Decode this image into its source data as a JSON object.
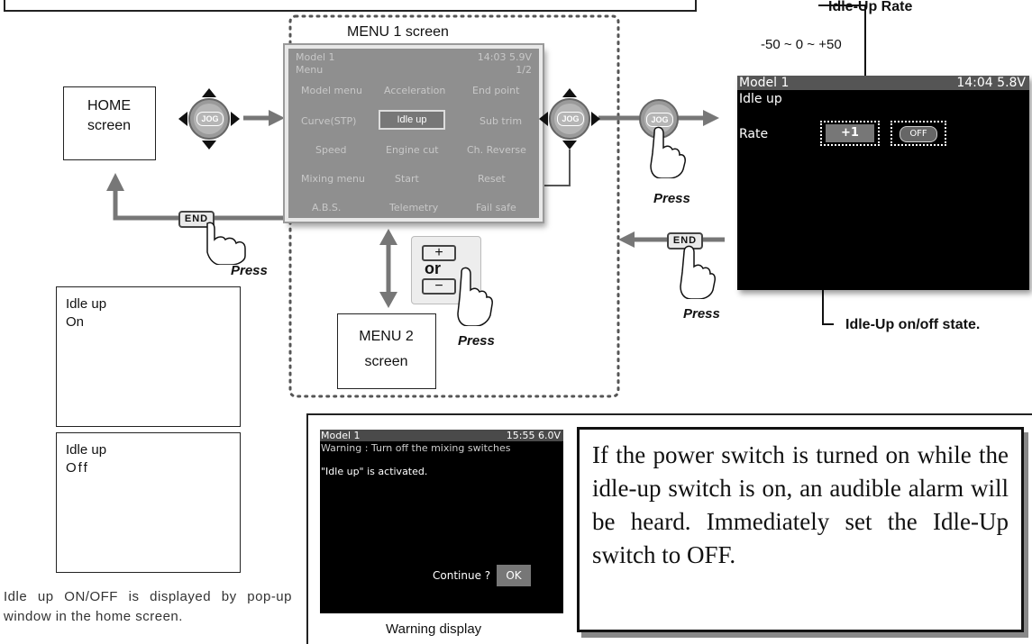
{
  "home": {
    "line1": "HOME",
    "line2": "screen"
  },
  "jog_label": "JOG",
  "end_label": "END",
  "press_label": "Press",
  "menu1": {
    "title": "MENU 1 screen",
    "lcd_model": "Model 1",
    "lcd_time": "14:03 5.9V",
    "lcd_menu": "Menu",
    "lcd_page": "1/2",
    "items": [
      "Model menu",
      "Acceleration",
      "End point",
      "Curve(STP)",
      "Idle up",
      "Sub trim",
      "Speed",
      "Engine cut",
      "Ch. Reverse",
      "Mixing menu",
      "Start",
      "Reset",
      "A.B.S.",
      "Telemetry",
      "Fail safe"
    ]
  },
  "menu2": {
    "line1": "MENU 2",
    "line2": "screen"
  },
  "plus_minus": {
    "plus": "+",
    "or": "or",
    "minus": "−"
  },
  "idle_up_screen": {
    "model": "Model 1",
    "time": "14:04 5.8V",
    "title": "Idle up",
    "rate_label": "Rate",
    "rate_value": "+1",
    "state": "OFF"
  },
  "rate_callout": {
    "title": "Idle-Up Rate",
    "range": "-50 ~ 0 ~ +50"
  },
  "state_callout": "Idle-Up on/off state.",
  "popup_on": {
    "line1": "Idle up",
    "line2": "On"
  },
  "popup_off": {
    "line1": "Idle up",
    "line2": "Off"
  },
  "popup_caption": "Idle up ON/OFF is displayed by pop-up window in the home screen.",
  "warning_screen": {
    "model": "Model 1",
    "time": "15:55 6.0V",
    "header": "Warning : Turn off the mixing switches",
    "message": "\"Idle up\" is activated.",
    "continue": "Continue ?",
    "ok": "OK"
  },
  "warning_caption": "Warning display",
  "warning_note": "If the power switch is turned on while the idle-up switch is on, an audible alarm will be heard. Immediately set the Idle-Up switch to OFF."
}
